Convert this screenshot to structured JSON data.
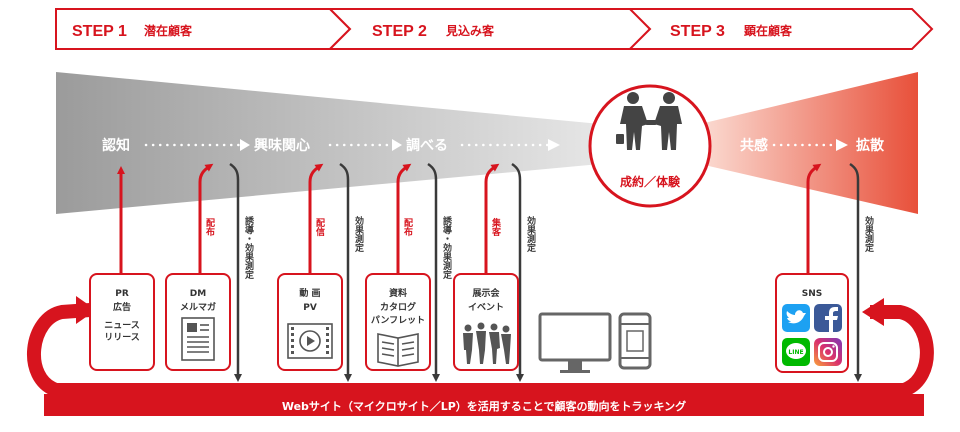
{
  "steps": [
    {
      "num": "STEP 1",
      "label": "潜在顧客"
    },
    {
      "num": "STEP 2",
      "label": "見込み客"
    },
    {
      "num": "STEP 3",
      "label": "顕在顧客"
    }
  ],
  "funnel": {
    "stages": [
      "認知",
      "興味関心",
      "調べる"
    ],
    "right_stages": [
      "共感",
      "拡散"
    ],
    "center_label": "成約／体験"
  },
  "arrows": {
    "haifu": "配布",
    "haishin": "配信",
    "shukyaku": "集客",
    "yudo_koka": "誘導・効果測定",
    "koka": "効果測定"
  },
  "boxes": {
    "pr": [
      "PR",
      "広告",
      "ニュース",
      "リリース"
    ],
    "dm": [
      "DM",
      "メルマガ"
    ],
    "video": [
      "動 画",
      "PV"
    ],
    "docs": [
      "資料",
      "カタログ",
      "パンフレット"
    ],
    "event": [
      "展示会",
      "イベント"
    ],
    "sns": "SNS",
    "sns_icons": [
      "twitter-icon",
      "facebook-icon",
      "line-icon",
      "instagram-icon"
    ],
    "line_text": "LINE"
  },
  "bottom_bar": "Webサイト（マイクロサイト／LP）を活用することで顧客の動向をトラッキング",
  "colors": {
    "red": "#d7141e",
    "gray": "#8c8c8c",
    "dark": "#3a3a3a"
  }
}
